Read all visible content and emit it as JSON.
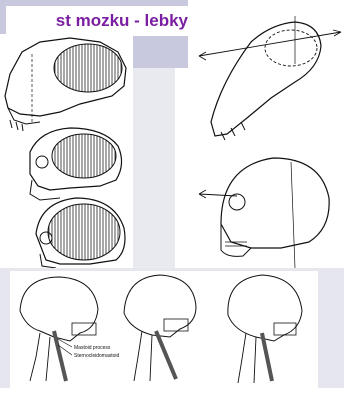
{
  "slide": {
    "title": "st mozku - lebky"
  },
  "figures": {
    "bottom_labels": {
      "label1": "Mastoid process",
      "label2": "Sternocleidomastoid"
    }
  },
  "colors": {
    "title": "#7b1fa2",
    "band": "#c8c9de",
    "background_gray": "#e9e9f0"
  }
}
